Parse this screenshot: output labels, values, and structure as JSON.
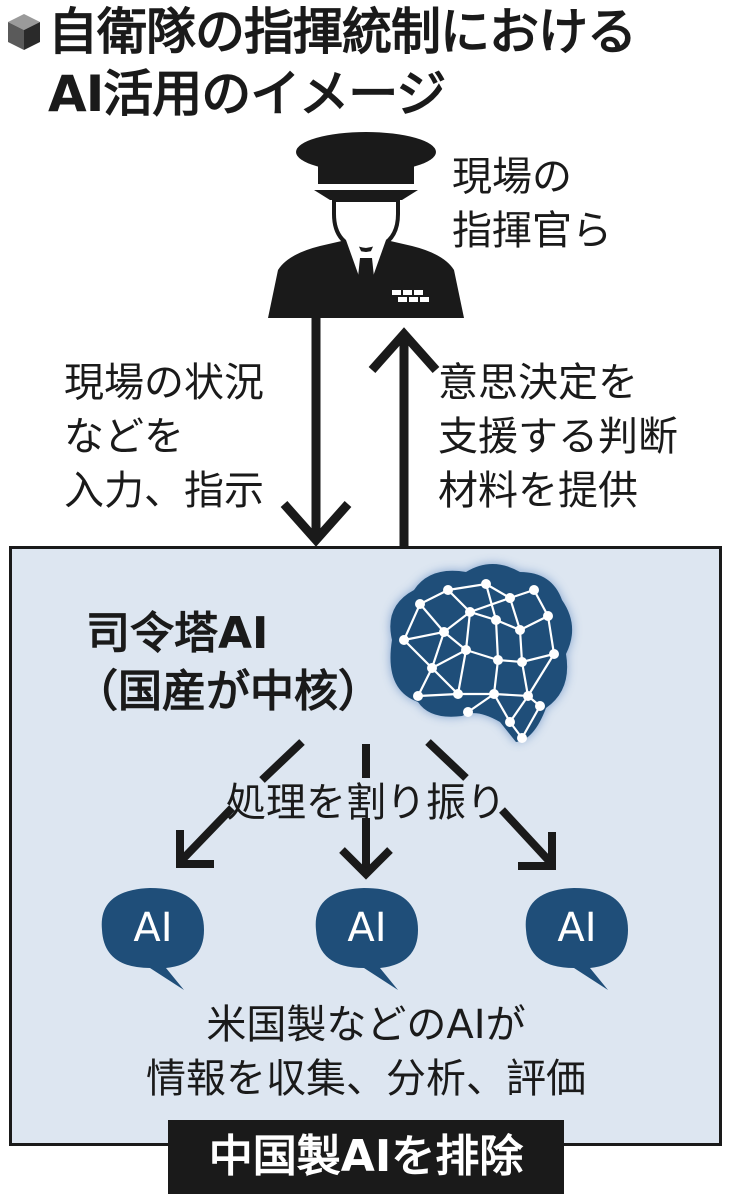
{
  "title": {
    "line1": "自衛隊の指揮統制における",
    "line2": "AI活用のイメージ"
  },
  "commander": {
    "icon": "commander-icon",
    "label_line1": "現場の",
    "label_line2": "指揮官ら"
  },
  "down_flow": {
    "line1": "現場の状況",
    "line2": "などを",
    "line3": "入力、指示"
  },
  "up_flow": {
    "line1": "意思決定を",
    "line2": "支援する判断",
    "line3": "材料を提供"
  },
  "hq_ai": {
    "icon": "brain-network-icon",
    "line1": "司令塔AI",
    "line2": "（国産が中核）"
  },
  "distribute_label": "処理を割り振り",
  "sub_ais": [
    "AI",
    "AI",
    "AI"
  ],
  "sub_ai_desc": {
    "line1": "米国製などのAIが",
    "line2": "情報を収集、分析、評価"
  },
  "badge": "中国製AIを排除",
  "colors": {
    "panel_bg": "#dde6f1",
    "ai_blue": "#1f4e79",
    "ink": "#1a1a1a"
  }
}
